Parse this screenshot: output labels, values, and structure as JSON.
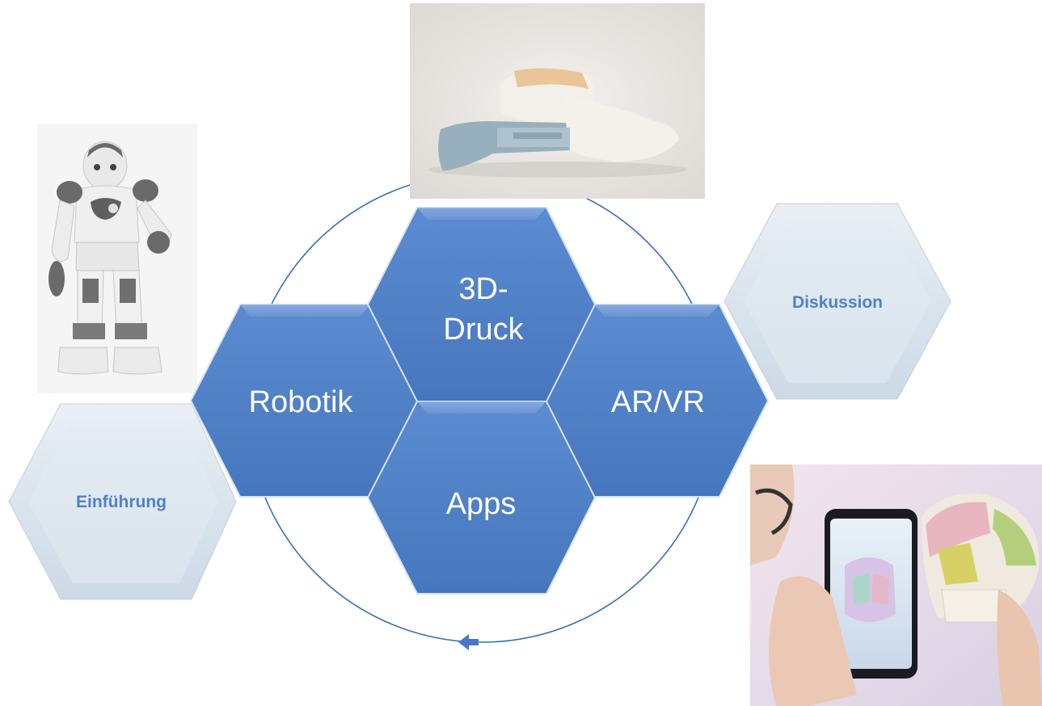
{
  "slide": {
    "background_color": "#ffffff",
    "cycle_color": "#3a6fb2",
    "main_hex_color": "#4e7fc6",
    "light_hex_color": "#dde7f0",
    "light_text_color": "#4f81c8"
  },
  "hexagons": {
    "robotik": {
      "label": "Robotik"
    },
    "druck": {
      "line1": "3D-",
      "line2": "Druck"
    },
    "apps": {
      "label": "Apps"
    },
    "arvr": {
      "label": "AR/VR"
    },
    "einfuehrung": {
      "label": "Einführung"
    },
    "diskussion": {
      "label": "Diskussion"
    }
  },
  "photos": {
    "robot": "robot-photo",
    "prosthesis": "3d-printed-leg-model-photo",
    "ar_skull": "ar-skull-app-photo"
  }
}
